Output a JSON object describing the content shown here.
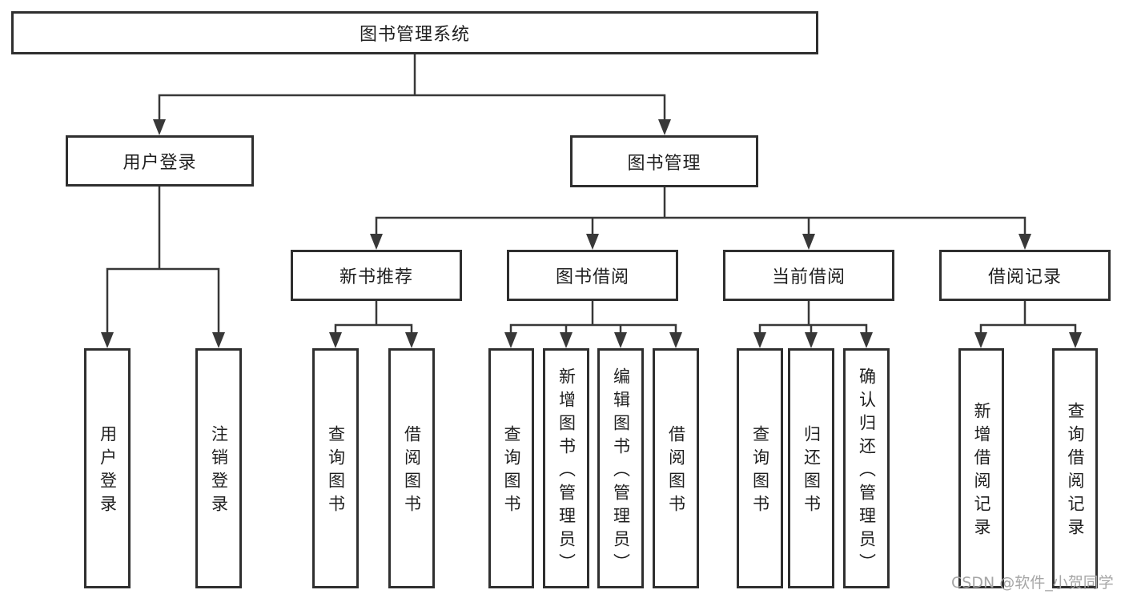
{
  "tree": {
    "label": "图书管理系统",
    "children": [
      {
        "label": "用户登录",
        "children": [
          {
            "label": "用户登录"
          },
          {
            "label": "注销登录"
          }
        ]
      },
      {
        "label": "图书管理",
        "children": [
          {
            "label": "新书推荐",
            "children": [
              {
                "label": "查询图书"
              },
              {
                "label": "借阅图书"
              }
            ]
          },
          {
            "label": "图书借阅",
            "children": [
              {
                "label": "查询图书"
              },
              {
                "label": "新增图书（管理员）"
              },
              {
                "label": "编辑图书（管理员）"
              },
              {
                "label": "借阅图书"
              }
            ]
          },
          {
            "label": "当前借阅",
            "children": [
              {
                "label": "查询图书"
              },
              {
                "label": "归还图书"
              },
              {
                "label": "确认归还（管理员）"
              }
            ]
          },
          {
            "label": "借阅记录",
            "children": [
              {
                "label": "新增借阅记录"
              },
              {
                "label": "查询借阅记录"
              }
            ]
          }
        ]
      }
    ]
  },
  "watermark": {
    "text": "CSDN @软件_小贺同学"
  },
  "colors": {
    "line": "#383838",
    "border": "#2f2f2f",
    "text": "#1f1f1f",
    "watermark": "#a6a6a6",
    "background": "#ffffff"
  }
}
